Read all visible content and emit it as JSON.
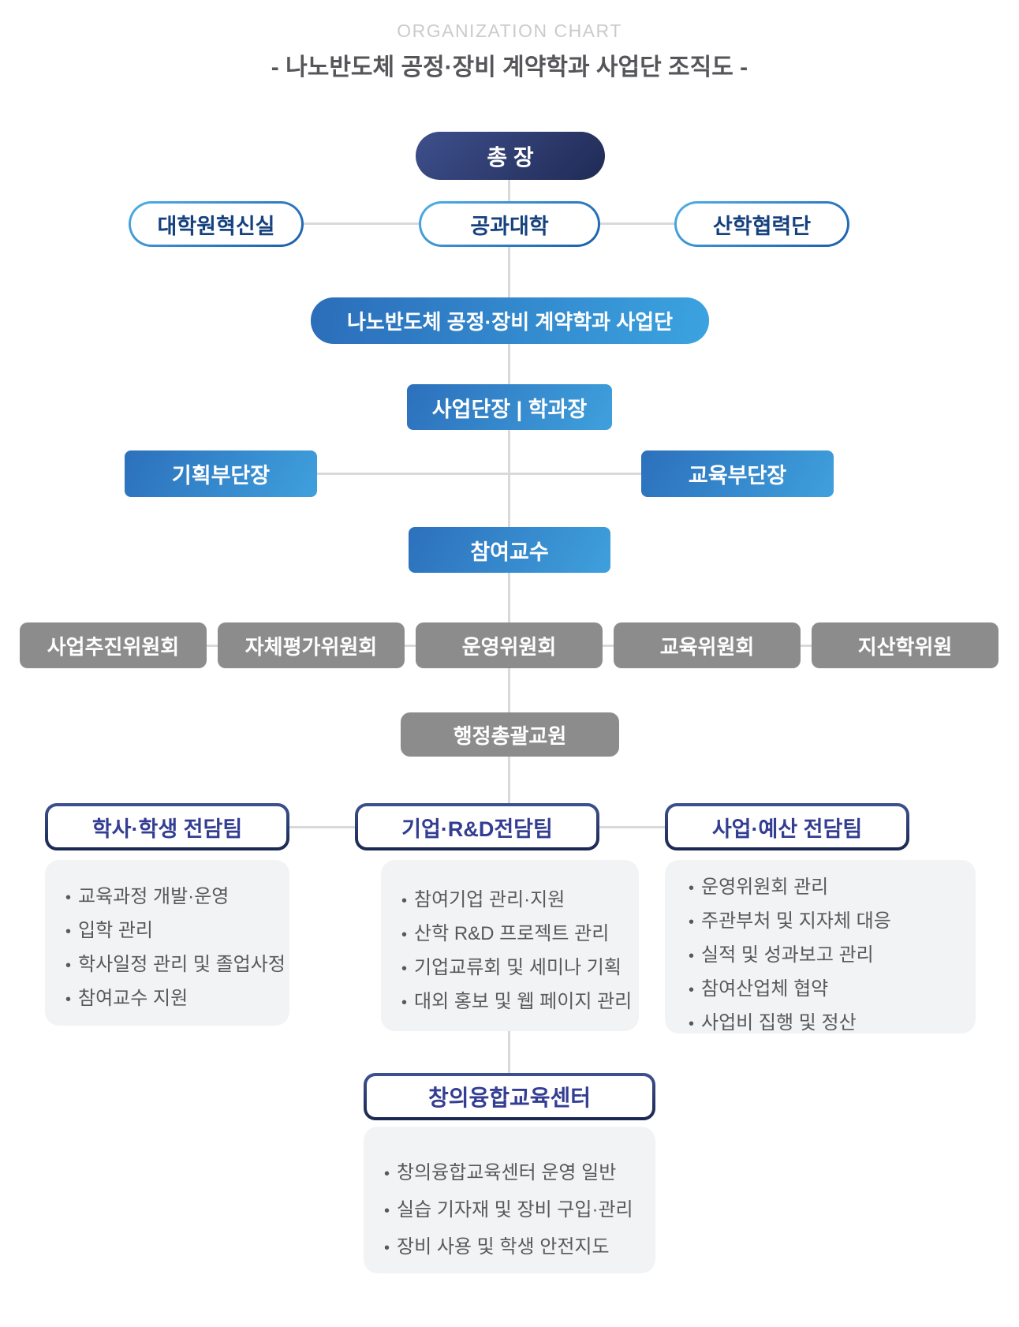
{
  "header": {
    "eyebrow": "ORGANIZATION CHART",
    "title": "- 나노반도체 공정·장비 계약학과 사업단 조직도 -"
  },
  "chart": {
    "president": "총 장",
    "affiliates": [
      "대학원혁신실",
      "공과대학",
      "산학협력단"
    ],
    "program": "나노반도체 공정·장비 계약학과 사업단",
    "head": "사업단장 | 학과장",
    "vice_heads": [
      "기획부단장",
      "교육부단장"
    ],
    "faculty": "참여교수",
    "committees": [
      "사업추진위원회",
      "자체평가위원회",
      "운영위원회",
      "교육위원회",
      "지산학위원"
    ],
    "admin_staff": "행정총괄교원",
    "teams": [
      {
        "title": "학사·학생 전담팀",
        "duties": [
          "교육과정 개발·운영",
          "입학 관리",
          "학사일정 관리 및 졸업사정",
          "참여교수 지원"
        ]
      },
      {
        "title": "기업·R&D전담팀",
        "duties": [
          "참여기업 관리·지원",
          "산학 R&D 프로젝트 관리",
          "기업교류회 및 세미나 기획",
          "대외 홍보 및 웹 페이지 관리"
        ]
      },
      {
        "title": "사업·예산 전담팀",
        "duties": [
          "운영위원회 관리",
          "주관부처 및 지자체 대응",
          "실적 및 성과보고 관리",
          "참여산업체 협약",
          "사업비 집행 및 정산"
        ]
      }
    ],
    "center": {
      "title": "창의융합교육센터",
      "duties": [
        "창의융합교육센터 운영 일반",
        "실습 기자재 및 장비 구입·관리",
        "장비 사용 및 학생 안전지도"
      ]
    }
  },
  "colors": {
    "navy": "#202b55",
    "accent_blue": "#2c70bc",
    "light_blue": "#3fa0dc",
    "gray_box": "#8c8c8c",
    "panel_gray": "#f2f3f5",
    "line_gray": "#d9d9d9",
    "team_title_navy": "#333d92"
  }
}
